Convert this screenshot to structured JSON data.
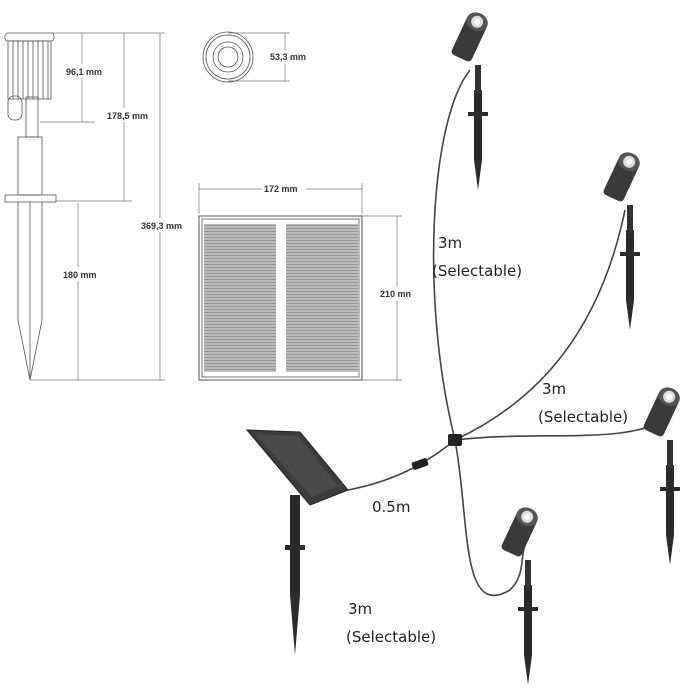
{
  "drawing": {
    "spotlight_dims": {
      "head_height": "96,1 mm",
      "upper_height": "178,5 mm",
      "total_height": "369,3 mm",
      "stake_length": "180 mm"
    },
    "lens_dims": {
      "diameter": "53,3 mm"
    },
    "panel_dims": {
      "width": "172 mm",
      "height": "210 mn"
    }
  },
  "photo": {
    "cable_top": {
      "length": "3m",
      "note": "(Selectable)"
    },
    "cable_right": {
      "length": "3m",
      "note": "(Selectable)"
    },
    "cable_panel": {
      "length": "0.5m"
    },
    "cable_bottom": {
      "length": "3m",
      "note": "(Selectable)"
    }
  },
  "colors": {
    "line": "#555555",
    "light_body": "#2b2b2b",
    "cable": "#444444"
  }
}
